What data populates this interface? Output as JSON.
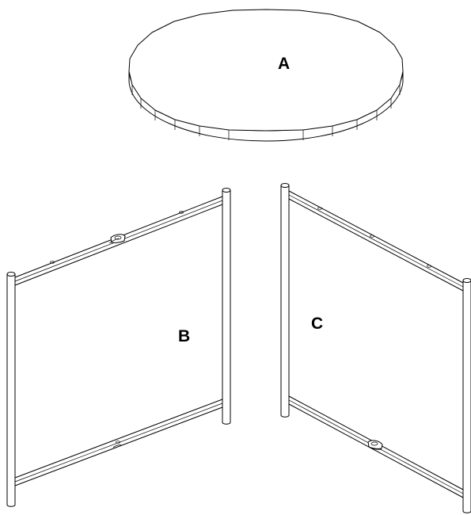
{
  "parts": {
    "table_top": {
      "label": "A"
    },
    "frame_left": {
      "label": "B"
    },
    "frame_right": {
      "label": "C"
    }
  }
}
